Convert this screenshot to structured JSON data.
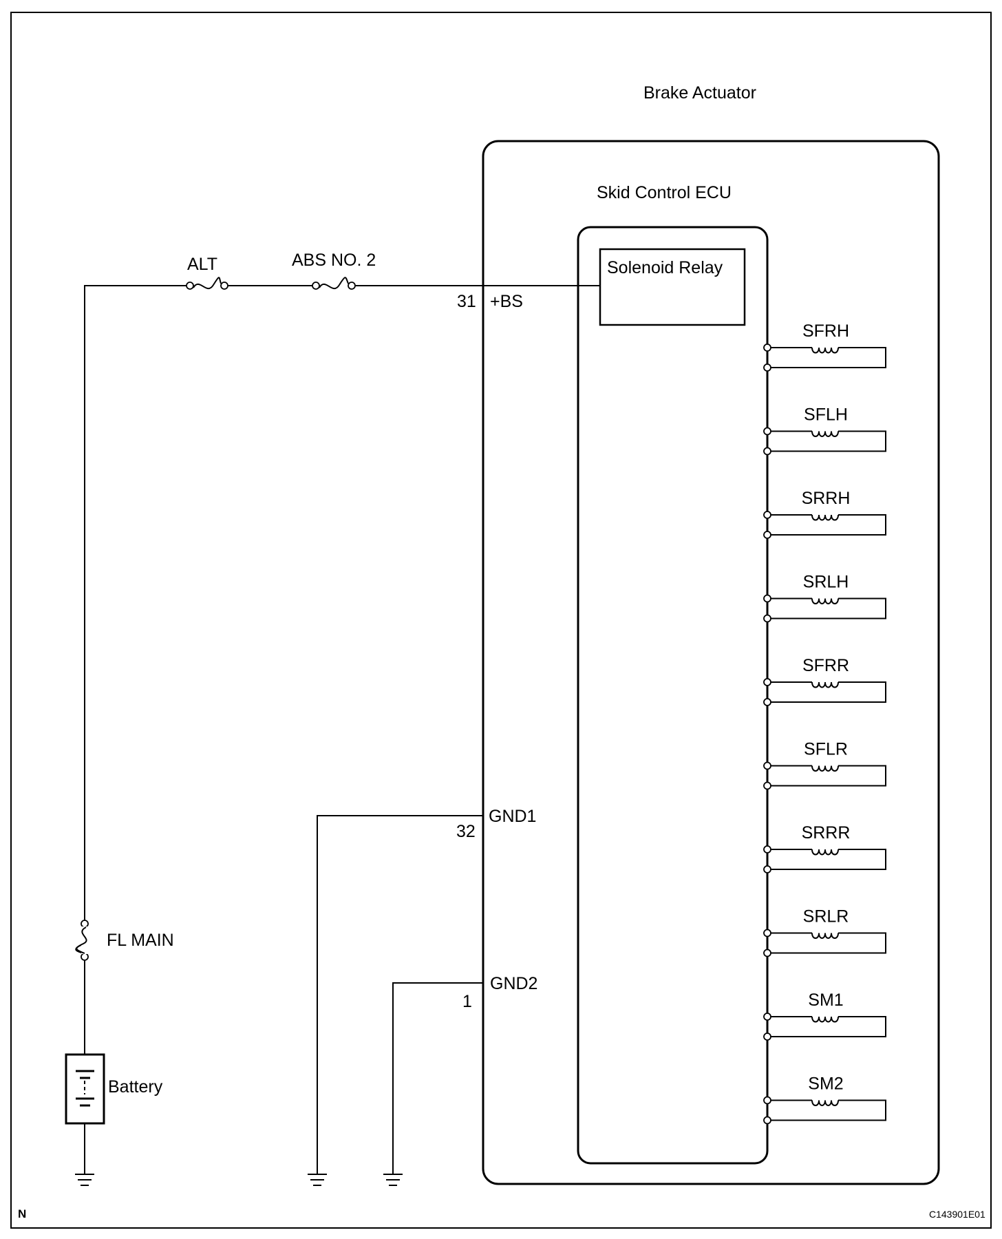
{
  "diagram": {
    "actuator_title": "Brake Actuator",
    "ecu_title": "Skid Control ECU",
    "relay_label": "Solenoid Relay",
    "fuses": {
      "alt": "ALT",
      "abs2": "ABS NO. 2",
      "fl_main": "FL MAIN"
    },
    "battery_label": "Battery",
    "pins": {
      "bs_num": "31",
      "bs_name": "+BS",
      "gnd1_num": "32",
      "gnd1_name": "GND1",
      "gnd2_num": "1",
      "gnd2_name": "GND2"
    },
    "solenoids": [
      "SFRH",
      "SFLH",
      "SRRH",
      "SRLH",
      "SFRR",
      "SFLR",
      "SRRR",
      "SRLR",
      "SM1",
      "SM2"
    ],
    "corner_left": "N",
    "corner_right": "C143901E01"
  }
}
